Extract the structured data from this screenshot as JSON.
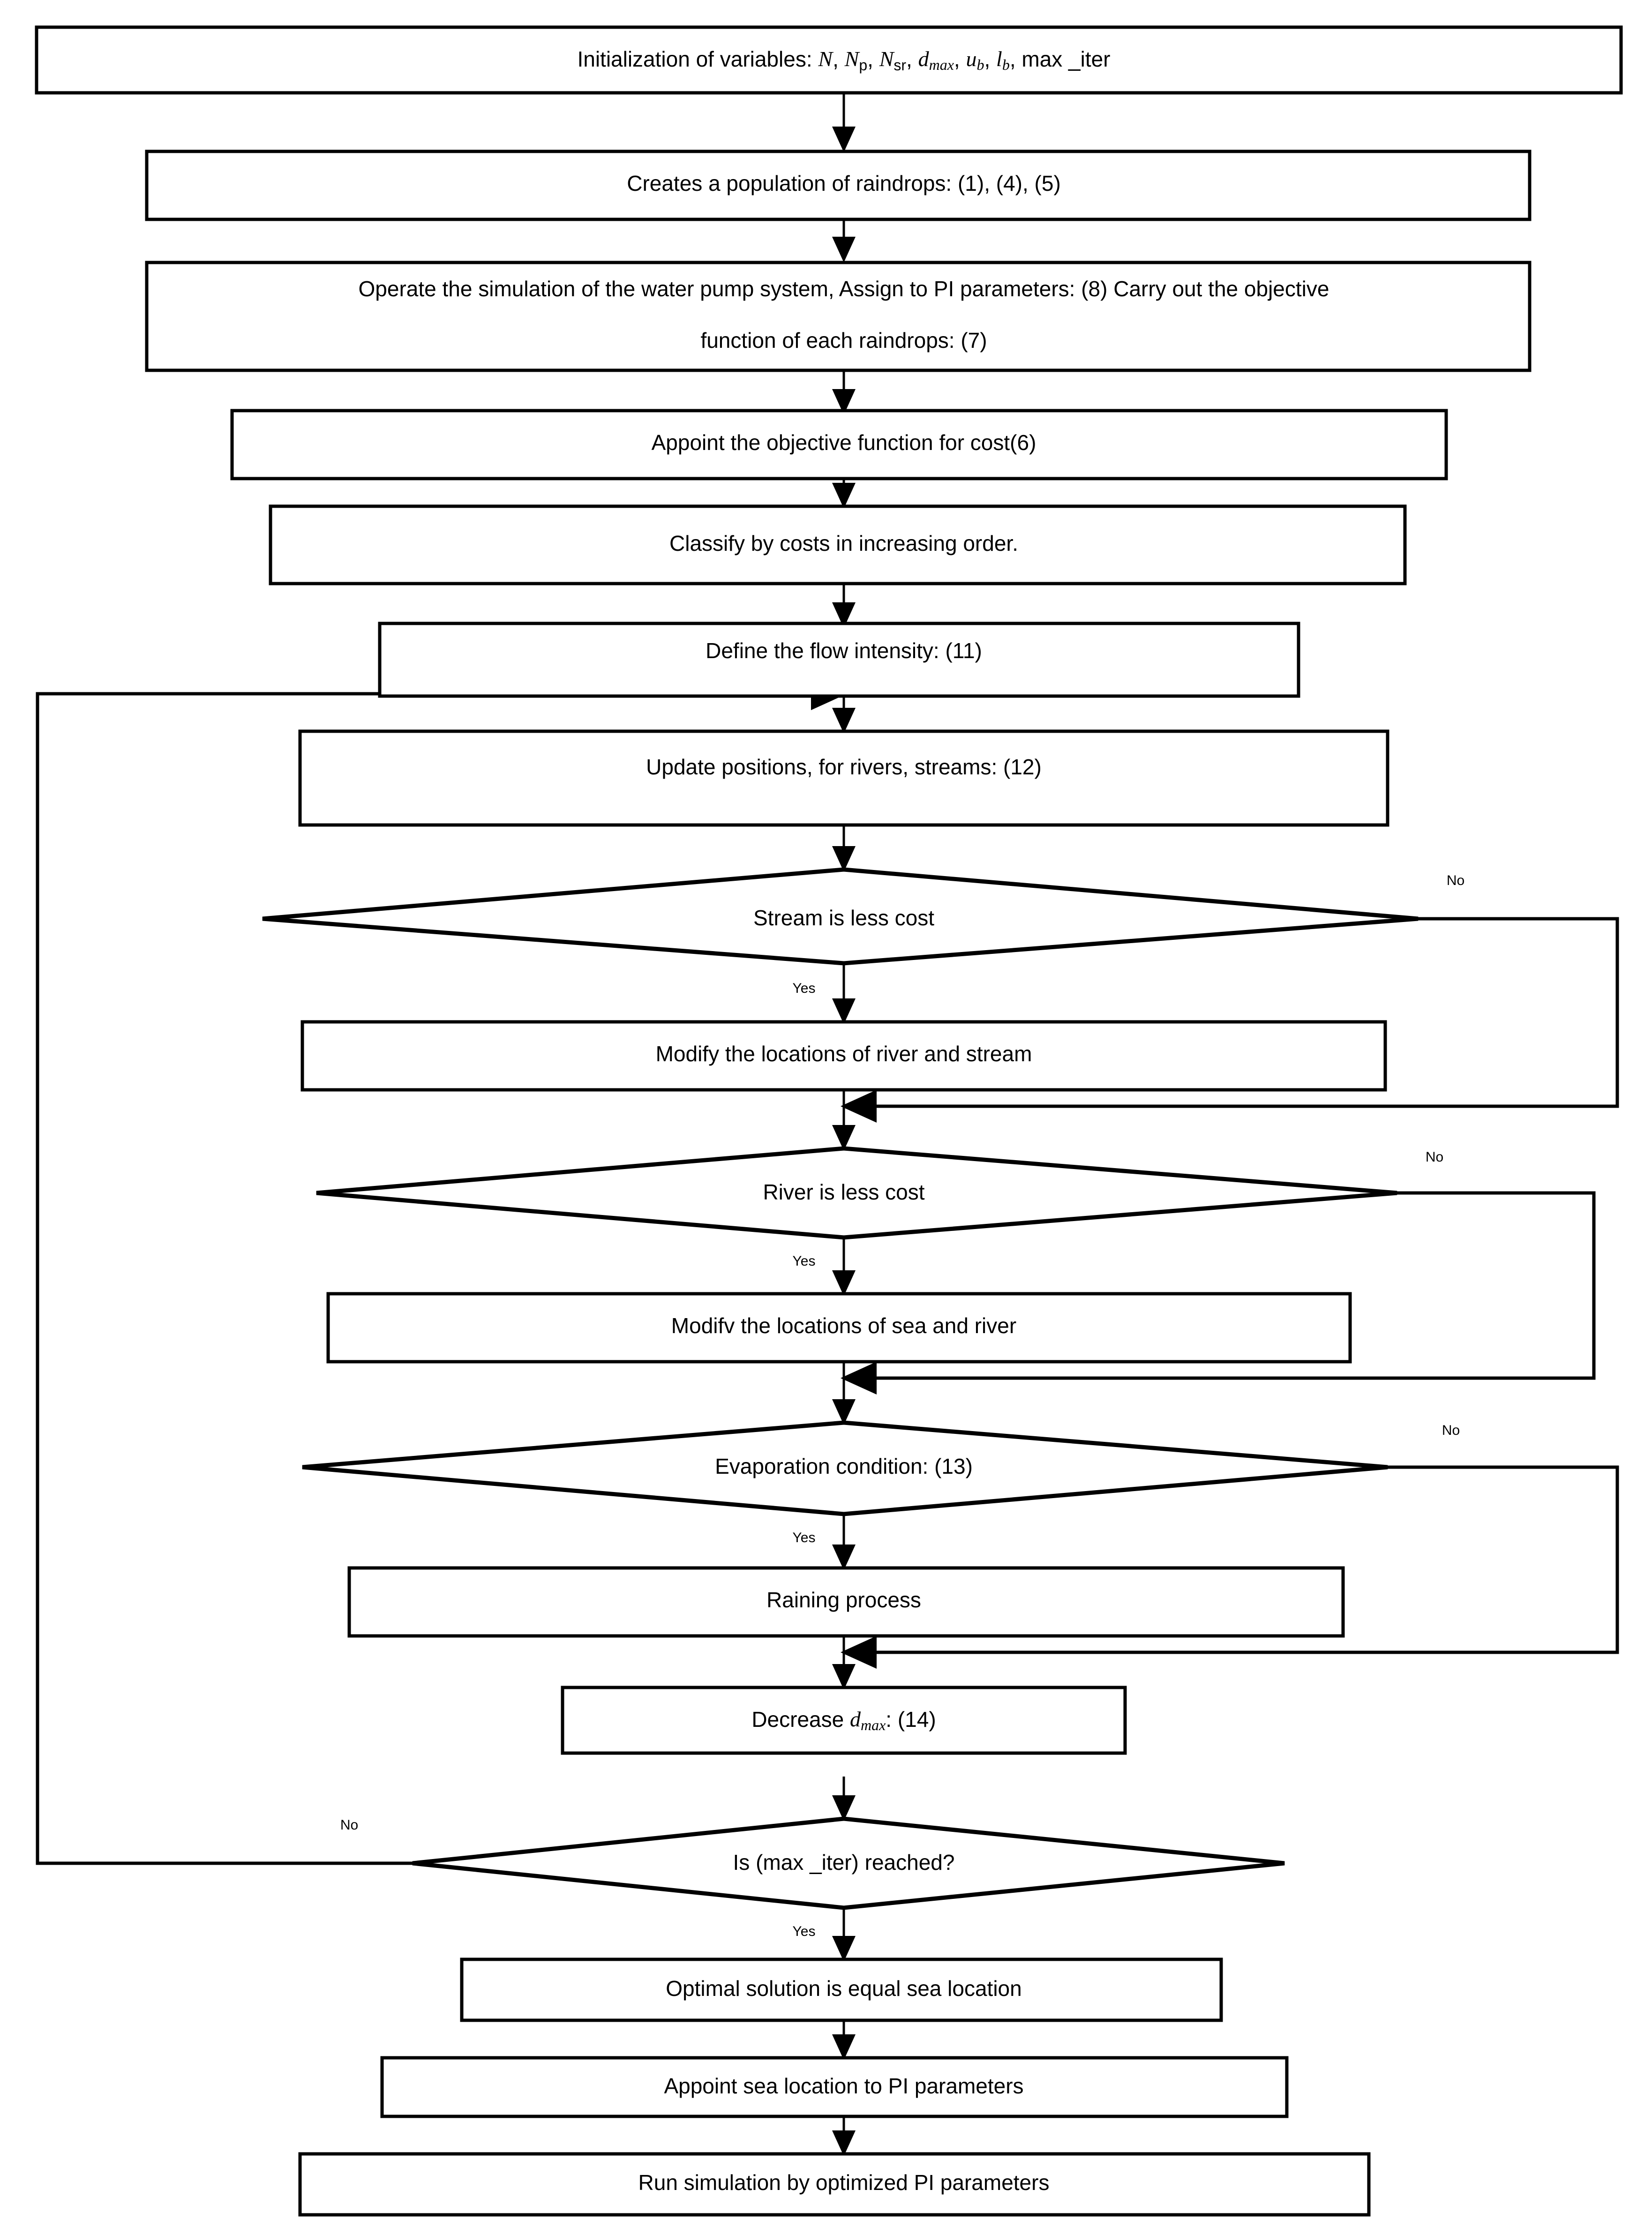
{
  "diagram": {
    "title": "Water Cycle Algorithm flowchart for PI parameter optimization of a water pump system",
    "orientation": "top-to-bottom",
    "background_color": "#ffffff",
    "line_color": "#000000",
    "fill_color": "#ffffff"
  },
  "nodes": [
    {
      "id": "init",
      "type": "process",
      "label": "Initialization of variables: N,  Np,  Nsr,  dmax, ub, lb, max _iter",
      "label_plain": "Initialization of variables:",
      "variables": [
        "N",
        "N_p",
        "N_sr",
        "d_max",
        "u_b",
        "l_b",
        "max _iter"
      ]
    },
    {
      "id": "create-population",
      "type": "process",
      "label": "Creates a population of raindrops: (1), (4), (5)"
    },
    {
      "id": "operate-simulation",
      "type": "process",
      "label_line1": "Operate the simulation of the water pump system, Assign to PI parameters: (8) Carry out the objective",
      "label_line2": "function of each raindrops: (7)"
    },
    {
      "id": "appoint-objective",
      "type": "process",
      "label": "Appoint the objective function for cost(6)"
    },
    {
      "id": "classify-costs",
      "type": "process",
      "label": "Classify by costs in increasing order."
    },
    {
      "id": "define-flow-intensity",
      "type": "process",
      "label": "Define the flow intensity: (11)"
    },
    {
      "id": "update-positions",
      "type": "process",
      "label": "Update positions, for rivers, streams: (12)"
    },
    {
      "id": "stream-less-cost",
      "type": "decision",
      "label": "Stream is less cost",
      "yes_label": "Yes",
      "no_label": "No"
    },
    {
      "id": "modify-river-stream",
      "type": "process",
      "label": "Modify the locations of river and stream"
    },
    {
      "id": "river-less-cost",
      "type": "decision",
      "label": "River is less cost",
      "yes_label": "Yes",
      "no_label": "No"
    },
    {
      "id": "modify-sea-river",
      "type": "process",
      "label": "Modifv the locations of sea and river"
    },
    {
      "id": "evaporation-condition",
      "type": "decision",
      "label": "Evaporation condition: (13)",
      "yes_label": "Yes",
      "no_label": "No"
    },
    {
      "id": "raining-process",
      "type": "process",
      "label": "Raining process"
    },
    {
      "id": "decrease-dmax",
      "type": "process",
      "label": "Decrease dmax: (14)",
      "label_prefix": "Decrease ",
      "label_var": "d",
      "label_sub": "max",
      "label_suffix": ": (14)"
    },
    {
      "id": "max-iter-reached",
      "type": "decision",
      "label": "Is  (max _iter)  reached?",
      "yes_label": "Yes",
      "no_label": "No"
    },
    {
      "id": "optimal-solution",
      "type": "process",
      "label": "Optimal solution is equal sea location"
    },
    {
      "id": "appoint-sea-location",
      "type": "process",
      "label": "Appoint sea location to PI parameters"
    },
    {
      "id": "run-simulation",
      "type": "process",
      "label": "Run simulation by optimized PI parameters"
    }
  ],
  "edge_labels": {
    "stream_no": "No",
    "stream_yes": "Yes",
    "river_no": "No",
    "river_yes": "Yes",
    "evaporation_no": "No",
    "evaporation_yes": "Yes",
    "maxiter_no": "No",
    "maxiter_yes": "Yes"
  },
  "init_vars": {
    "prefix": "Initialization of variables: ",
    "v1": "N",
    "v2": "N",
    "v2sub": "p",
    "v3": "N",
    "v3sub": "sr",
    "v4": "d",
    "v4sub": "max",
    "v5": "u",
    "v5sub": "b",
    "v6": "l",
    "v6sub": "b",
    "v7": "max _iter",
    "comma": ", "
  }
}
